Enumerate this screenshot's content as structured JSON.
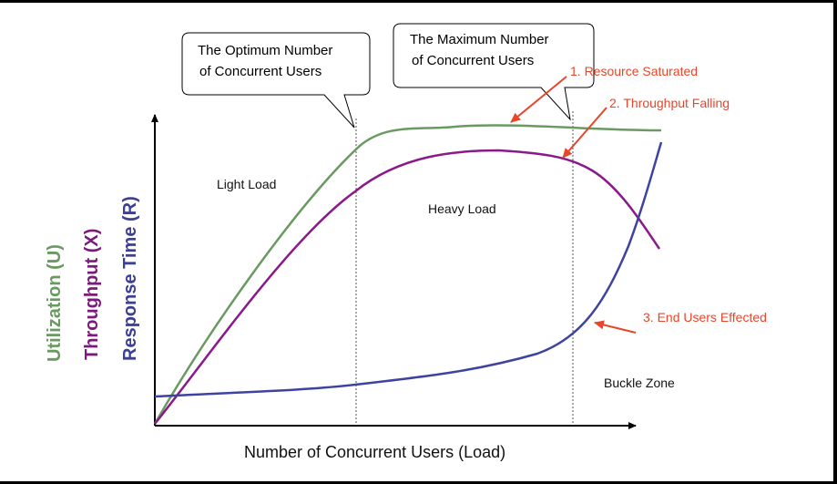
{
  "chart_data": {
    "type": "line",
    "xlabel": "Number of  Concurrent Users (Load)",
    "ylabels": [
      {
        "text": "Utilization (U)",
        "color": "#6a9a62"
      },
      {
        "text": "Throughput (X)",
        "color": "#7b1a7b"
      },
      {
        "text": "Response Time (R)",
        "color": "#3b3f96"
      }
    ],
    "series": [
      {
        "key": "utilization",
        "color": "#6a9a62"
      },
      {
        "key": "throughput",
        "color": "#8a1a8a"
      },
      {
        "key": "response_time",
        "color": "#3f43a0"
      }
    ],
    "zones": {
      "light": "Light Load",
      "heavy": "Heavy Load",
      "buckle": "Buckle Zone"
    },
    "callouts": {
      "optimum": [
        "The Optimum Number",
        "of Concurrent Users"
      ],
      "maximum": [
        "The  Maximum  Number",
        "of Concurrent Users"
      ]
    },
    "annotations": {
      "saturated": "1. Resource Saturated",
      "falling": "2. Throughput Falling",
      "effected": "3. End Users Effected"
    },
    "colors": {
      "annotation": "#e8462a",
      "axis": "#000000",
      "divider": "#555555"
    }
  }
}
